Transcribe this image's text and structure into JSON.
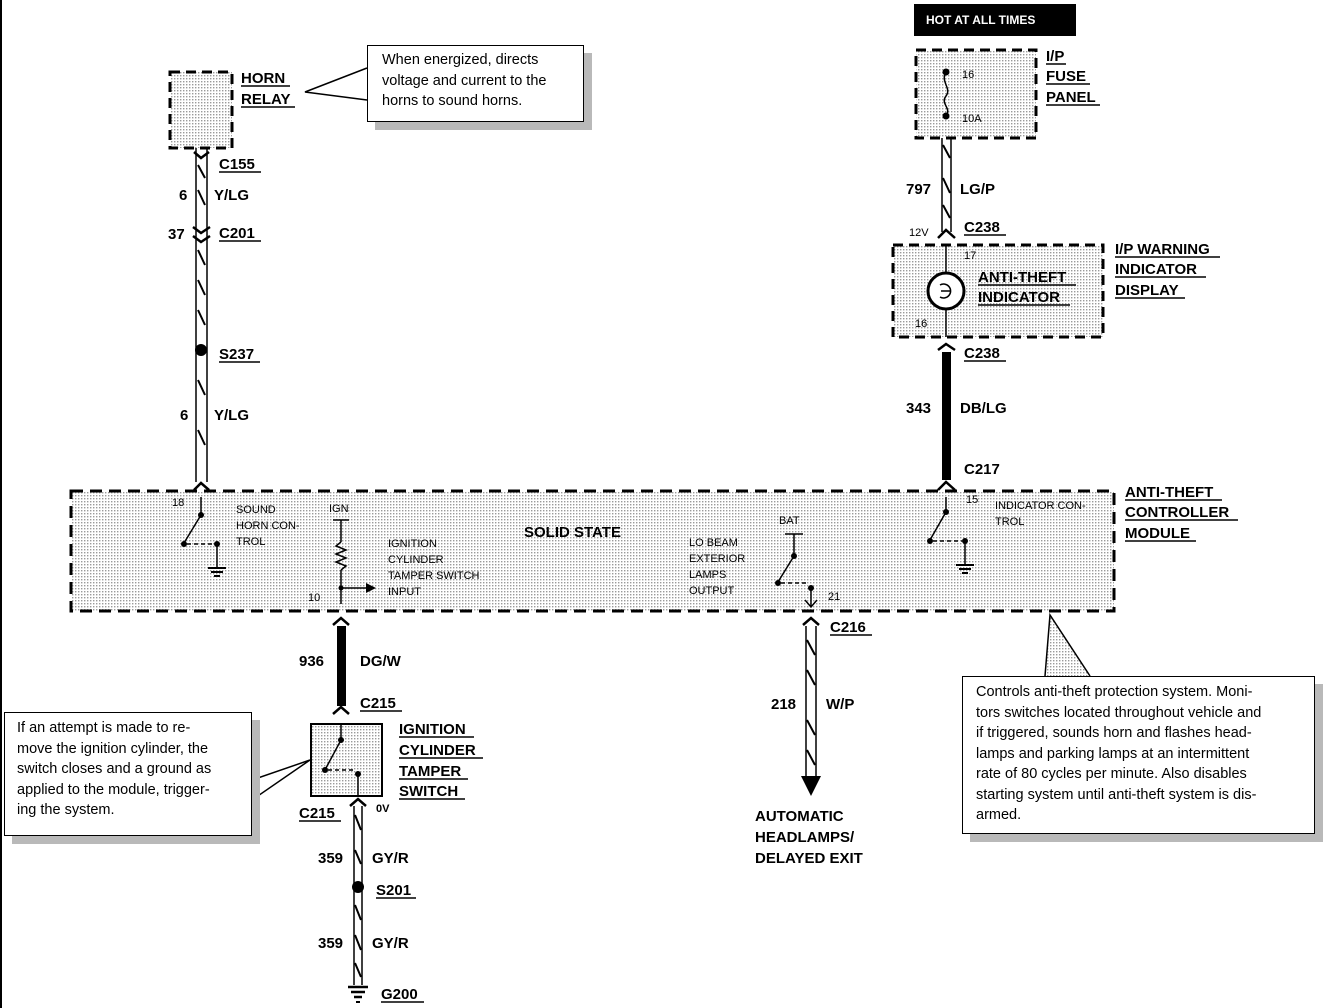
{
  "hot_at_all_times": "HOT AT ALL TIMES",
  "horn_relay": {
    "line1": "HORN",
    "line2": "RELAY"
  },
  "horn_relay_note": {
    "lines": [
      "When energized, directs",
      "voltage and current to the",
      "horns to sound horns."
    ]
  },
  "fuse_panel": {
    "line1": "I/P",
    "line2": "FUSE",
    "line3": "PANEL",
    "pin_top": "16",
    "rating": "10A"
  },
  "left_circuit": {
    "c155": "C155",
    "wire1_num": "6",
    "wire1_color": "Y/LG",
    "c201_pin": "37",
    "c201": "C201",
    "s237": "S237",
    "wire2_num": "6",
    "wire2_color": "Y/LG"
  },
  "right_circuit": {
    "wire_num": "797",
    "wire_color": "LG/P",
    "volts": "12V",
    "c238_top": "C238",
    "pin_17": "17",
    "pin_16": "16",
    "c238_bottom": "C238",
    "wire2_num": "343",
    "wire2_color": "DB/LG",
    "c217": "C217"
  },
  "warning_display": {
    "line1": "I/P WARNING",
    "line2": "INDICATOR",
    "line3": "DISPLAY",
    "ind1": "ANTI-THEFT",
    "ind2": "INDICATOR"
  },
  "module": {
    "title": {
      "line1": "ANTI-THEFT",
      "line2": "CONTROLLER",
      "line3": "MODULE"
    },
    "solid_state": "SOLID STATE",
    "pin_18": "18",
    "sound_horn": [
      "SOUND",
      "HORN CON-",
      "TROL"
    ],
    "ign": "IGN",
    "pin_10": "10",
    "ignition_input": [
      "IGNITION",
      "CYLINDER",
      "TAMPER SWITCH",
      "INPUT"
    ],
    "lo_beam": [
      "LO BEAM",
      "EXTERIOR",
      "LAMPS",
      "OUTPUT"
    ],
    "bat": "BAT",
    "pin_21": "21",
    "pin_15": "15",
    "indicator_control": [
      "INDICATOR CON-",
      "TROL"
    ]
  },
  "module_note": {
    "lines": [
      "Controls anti-theft protection system.  Moni-",
      "tors switches located throughout vehicle and",
      "if triggered, sounds horn and flashes head-",
      "lamps and parking lamps at an intermittent",
      "rate of 80 cycles per minute.  Also disables",
      "starting system until anti-theft system is dis-",
      "armed."
    ]
  },
  "ignition_circuit": {
    "wire_num": "936",
    "wire_color": "DG/W",
    "c215_top": "C215",
    "switch": {
      "line1": "IGNITION",
      "line2": "CYLINDER",
      "line3": "TAMPER",
      "line4": "SWITCH"
    },
    "c215_bottom": "C215",
    "volts": "0V",
    "wire2_num": "359",
    "wire2_color": "GY/R",
    "s201": "S201",
    "wire3_num": "359",
    "wire3_color": "GY/R",
    "g200": "G200"
  },
  "tamper_note": {
    "lines": [
      "If an attempt is made to re-",
      "move the ignition cylinder, the",
      "switch closes and a ground as",
      "applied to the module, trigger-",
      "ing the system."
    ]
  },
  "headlamp_circuit": {
    "c216": "C216",
    "wire_num": "218",
    "wire_color": "W/P",
    "dest": {
      "line1": "AUTOMATIC",
      "line2": "HEADLAMPS/",
      "line3": "DELAYED EXIT"
    }
  }
}
